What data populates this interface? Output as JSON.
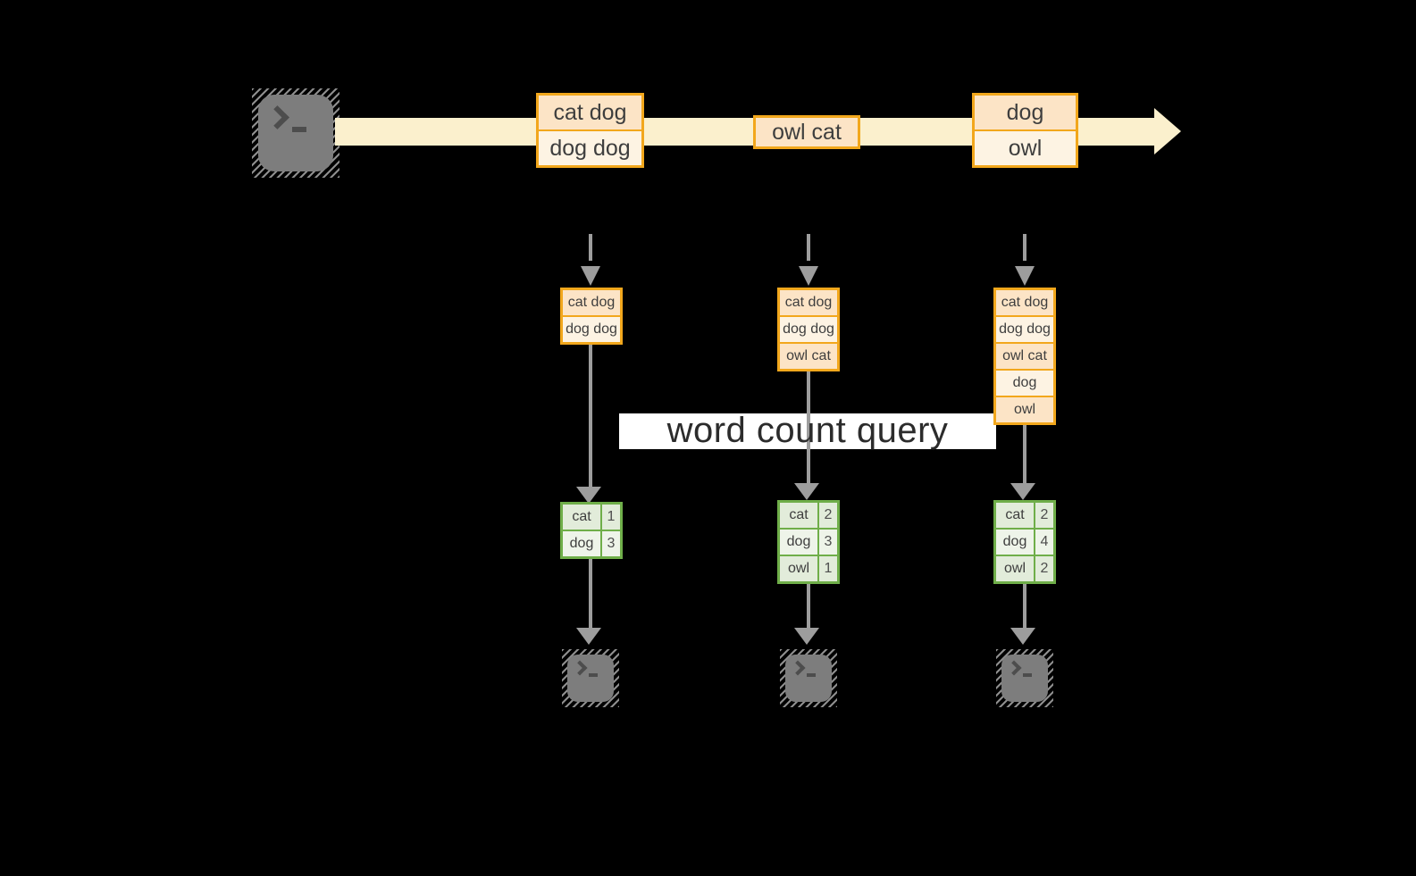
{
  "diagram": {
    "query_label": "word count query",
    "stream_batches": [
      {
        "rows": [
          "cat dog",
          "dog dog"
        ]
      },
      {
        "rows": [
          "owl cat"
        ]
      },
      {
        "rows": [
          "dog",
          "owl"
        ]
      }
    ],
    "columns": [
      {
        "received": [
          "cat dog",
          "dog dog"
        ],
        "counts": [
          {
            "word": "cat",
            "count": "1"
          },
          {
            "word": "dog",
            "count": "3"
          }
        ]
      },
      {
        "received": [
          "cat dog",
          "dog dog",
          "owl cat"
        ],
        "counts": [
          {
            "word": "cat",
            "count": "2"
          },
          {
            "word": "dog",
            "count": "3"
          },
          {
            "word": "owl",
            "count": "1"
          }
        ]
      },
      {
        "received": [
          "cat dog",
          "dog dog",
          "owl cat",
          "dog",
          "owl"
        ],
        "counts": [
          {
            "word": "cat",
            "count": "2"
          },
          {
            "word": "dog",
            "count": "4"
          },
          {
            "word": "owl",
            "count": "2"
          }
        ]
      }
    ],
    "icons": {
      "source": "terminal-prompt-icon",
      "stream": "stream-arrow-icon",
      "down_dashed": "dashed-arrow-down-icon",
      "down_solid": "arrow-down-icon",
      "outputs": "terminal-prompt-icon"
    },
    "colors": {
      "background": "#000000",
      "stream_fill": "#fbf0cd",
      "record_border": "#f2a71c",
      "record_fill_a": "#fce4c6",
      "record_fill_b": "#fdf3e3",
      "table_border": "#6fae49",
      "table_fill_a": "#e2ecda",
      "table_fill_b": "#eef4e9",
      "connector_gray": "#9d9d9d",
      "terminal_gray": "#7d7d7d",
      "label_background": "#ffffff"
    }
  }
}
